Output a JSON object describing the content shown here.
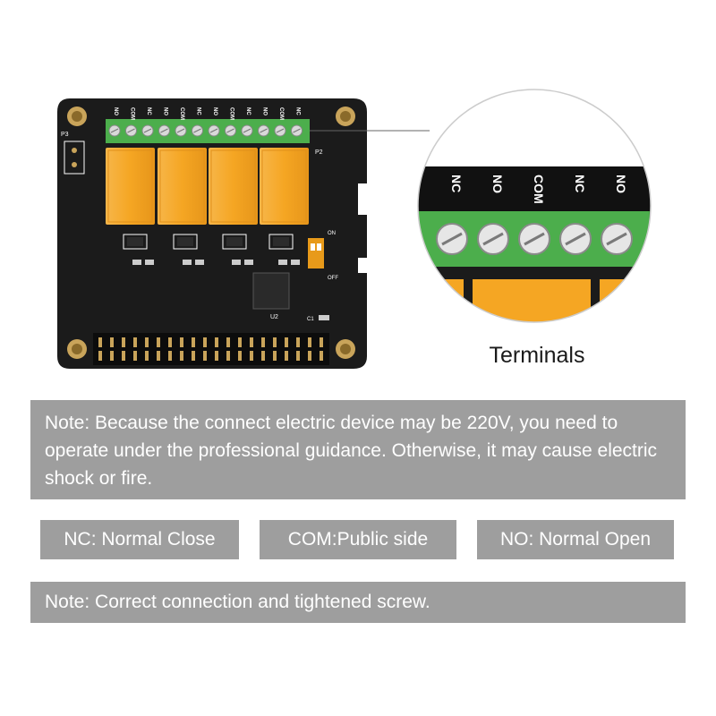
{
  "board": {
    "pin_labels": [
      "NO",
      "COM",
      "NC",
      "NO",
      "COM",
      "NC",
      "NO",
      "COM",
      "NC",
      "NO",
      "COM",
      "NC"
    ],
    "p2_label": "P2",
    "p3_label": "P3",
    "switch_on": "ON",
    "switch_off": "OFF",
    "u2_label": "U2",
    "c1_label": "C1"
  },
  "zoom": {
    "pin_labels": [
      "NC",
      "NO",
      "COM",
      "NC",
      "NO"
    ]
  },
  "terminals_caption": "Terminals",
  "note_text": "Note: Because the connect electric device may be 220V, you need to operate under the professional guidance. Otherwise, it may cause electric shock or fire.",
  "legend": {
    "nc": "NC: Normal Close",
    "com": "COM:Public side",
    "no": "NO: Normal Open"
  },
  "note2_text": "Note: Correct connection and tightened screw.",
  "colors": {
    "board": "#1b1b1b",
    "terminal_green": "#4cae4c",
    "relay_orange": "#f5a623",
    "note_gray": "#9e9e9e"
  }
}
